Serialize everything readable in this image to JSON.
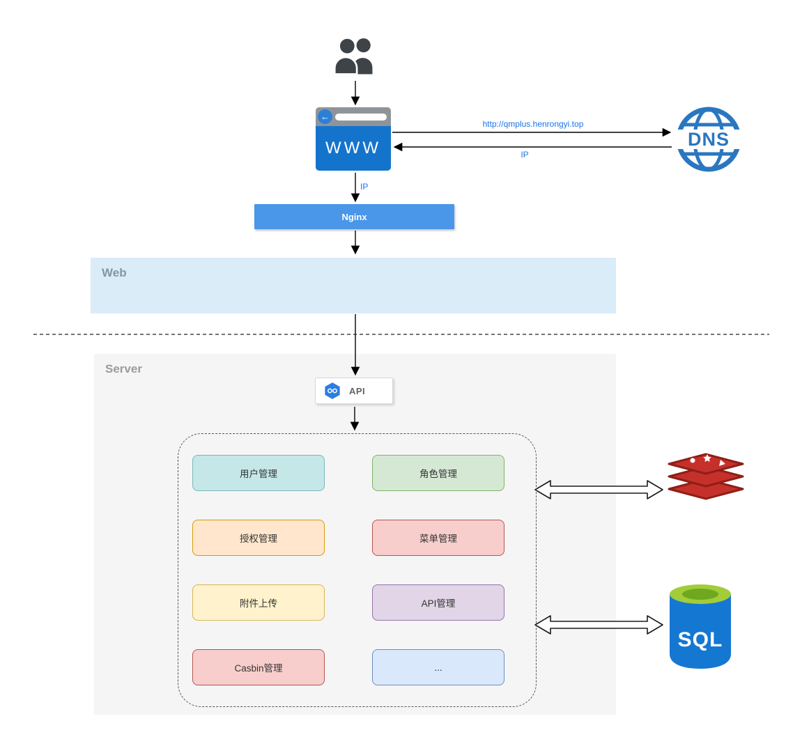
{
  "diagram": {
    "browser": {
      "title": "WWW",
      "back_icon": "←",
      "body_color": "#1474cc"
    },
    "dns": {
      "label": "DNS",
      "color": "#2a77c0"
    },
    "edges": {
      "request_url": "http://qmplus.henrongyi.top",
      "dns_response": "IP",
      "browser_to_nginx": "IP",
      "label_color": "#1a73e8"
    },
    "nginx": {
      "label": "Nginx",
      "bg": "#4a96e8"
    },
    "zones": {
      "web": {
        "label": "Web",
        "bg": "#d9ecf8",
        "label_color": "#8496a2"
      },
      "server": {
        "label": "Server",
        "bg": "#f5f5f5",
        "label_color": "#9b9b9b"
      }
    },
    "api_badge": {
      "label": "API",
      "icon_color": "#2e7ce0"
    },
    "modules": [
      {
        "label": "用户管理",
        "fill": "#c5e7e8",
        "border": "#79b8bb"
      },
      {
        "label": "角色管理",
        "fill": "#d5e8d4",
        "border": "#82b366"
      },
      {
        "label": "授权管理",
        "fill": "#ffe6cc",
        "border": "#d79b00"
      },
      {
        "label": "菜单管理",
        "fill": "#f8cecc",
        "border": "#b85450"
      },
      {
        "label": "附件上传",
        "fill": "#fff2cc",
        "border": "#d6b656"
      },
      {
        "label": "API管理",
        "fill": "#e1d5e7",
        "border": "#9673a6"
      },
      {
        "label": "Casbin管理",
        "fill": "#f8cecc",
        "border": "#b85450"
      },
      {
        "label": "...",
        "fill": "#dae8fc",
        "border": "#6c8ebf"
      }
    ],
    "datastores": {
      "redis": {
        "main": "#c6302b",
        "dark": "#8f1f16"
      },
      "sql": {
        "label": "SQL",
        "body": "#1478d2",
        "top_outer": "#a2cc3a",
        "top_inner": "#6fa81f"
      }
    },
    "icons": {
      "users-icon": "two-person silhouette",
      "back-arrow-icon": "circled left arrow",
      "dns-globe-icon": "globe with DNS band",
      "api-hexagon-icon": "blue hexagon with linked nodes",
      "redis-icon": "stacked red disks",
      "sql-database-icon": "blue database cylinder with green top"
    }
  }
}
